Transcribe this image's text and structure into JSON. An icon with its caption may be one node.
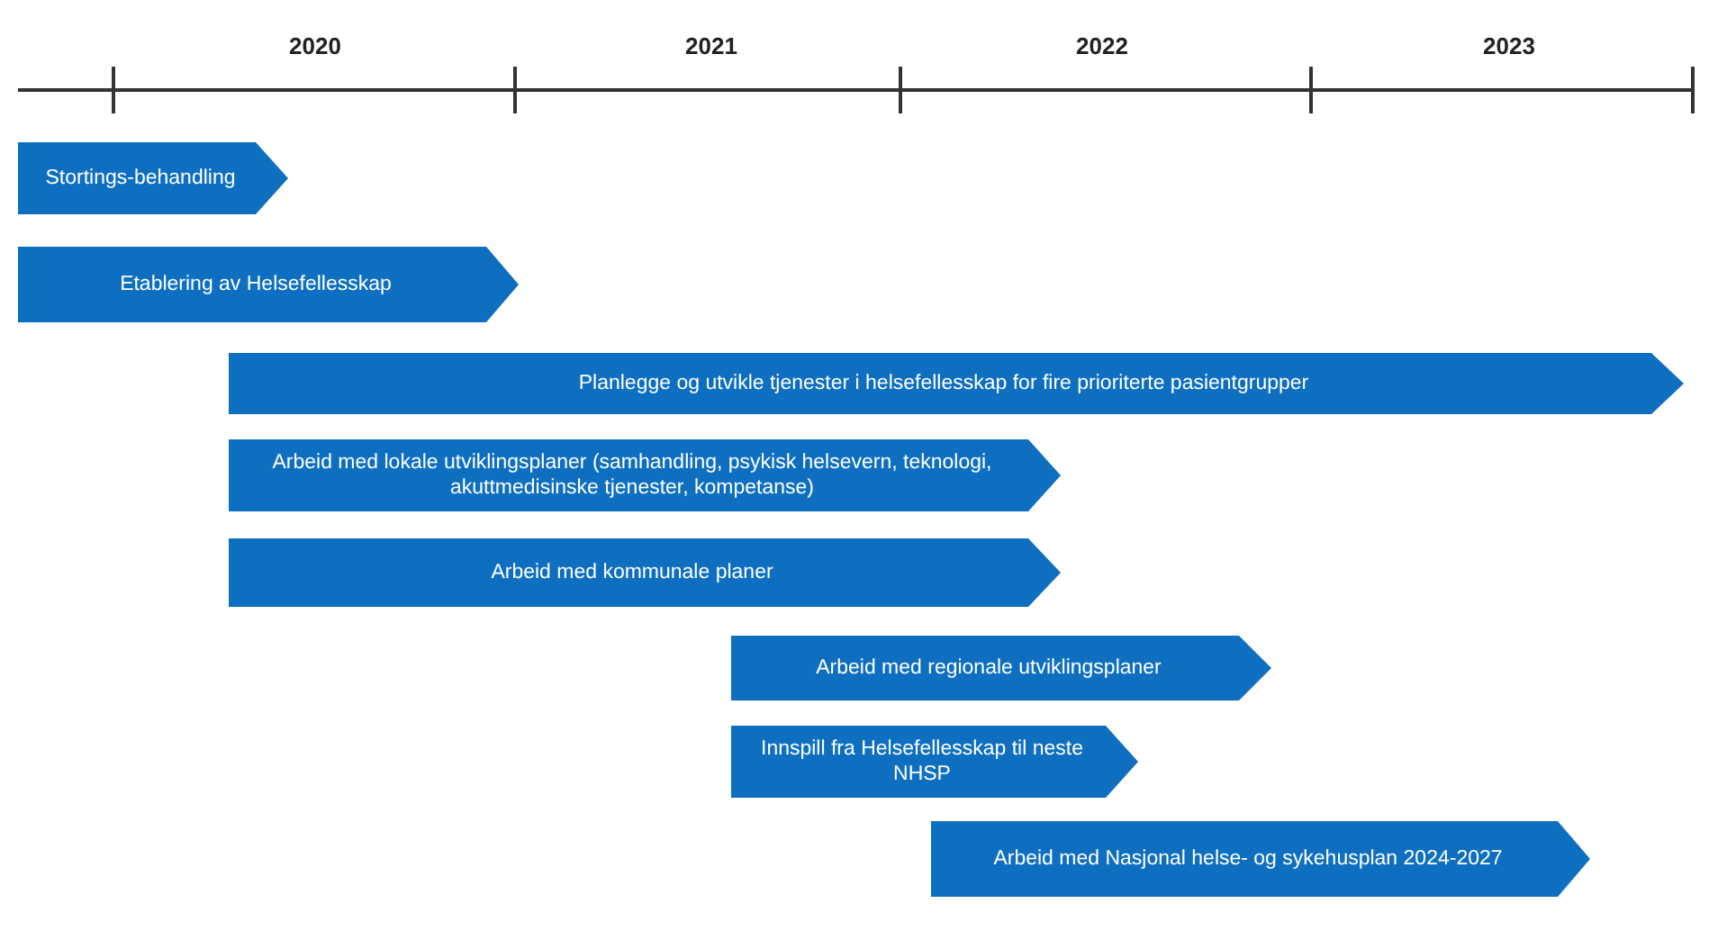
{
  "diagram": {
    "nodes": [
      {
        "text": [
          "Stortings-behandling"
        ]
      },
      {
        "text": [
          "Etablering av Helsefellesskap"
        ]
      },
      {
        "text": [
          "Planlegge og utvikle tjenester i helsefellesskap for fire prioriterte pasientgrupper"
        ]
      },
      {
        "text": [
          "Arbeid med lokale utviklingsplaner (samhandling, psykisk helsevern, teknologi, akuttmedisinske tjenester, kompetanse)"
        ]
      },
      {
        "text": [
          "Arbeid med kommunale planer"
        ]
      },
      {
        "text": [
          "Arbeid med regionale utviklingsplaner"
        ]
      },
      {
        "text": [
          "Innspill fra Helsefellesskap til neste NHSP"
        ]
      },
      {
        "text": [
          "Arbeid med Nasjonal helse- og sykehusplan 2024-2027"
        ]
      }
    ],
    "edges": [],
    "labels": [
      "2020",
      "2021",
      "2022",
      "2023"
    ]
  }
}
